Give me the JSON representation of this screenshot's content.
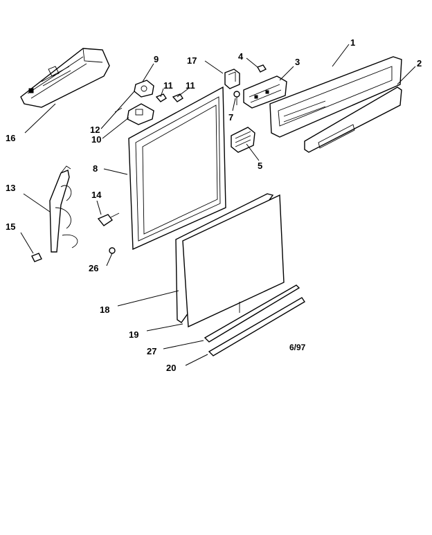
{
  "diagram": {
    "date_code": "6/97",
    "callouts": [
      {
        "id": "c1",
        "label": "1"
      },
      {
        "id": "c2",
        "label": "2"
      },
      {
        "id": "c3",
        "label": "3"
      },
      {
        "id": "c4",
        "label": "4"
      },
      {
        "id": "c5",
        "label": "5"
      },
      {
        "id": "c7",
        "label": "7"
      },
      {
        "id": "c8",
        "label": "8"
      },
      {
        "id": "c9",
        "label": "9"
      },
      {
        "id": "c10",
        "label": "10"
      },
      {
        "id": "c11a",
        "label": "11"
      },
      {
        "id": "c11b",
        "label": "11"
      },
      {
        "id": "c12",
        "label": "12"
      },
      {
        "id": "c13",
        "label": "13"
      },
      {
        "id": "c14",
        "label": "14"
      },
      {
        "id": "c15",
        "label": "15"
      },
      {
        "id": "c16",
        "label": "16"
      },
      {
        "id": "c17",
        "label": "17"
      },
      {
        "id": "c18",
        "label": "18"
      },
      {
        "id": "c19",
        "label": "19"
      },
      {
        "id": "c20",
        "label": "20"
      },
      {
        "id": "c26",
        "label": "26"
      },
      {
        "id": "c27",
        "label": "27"
      }
    ]
  }
}
